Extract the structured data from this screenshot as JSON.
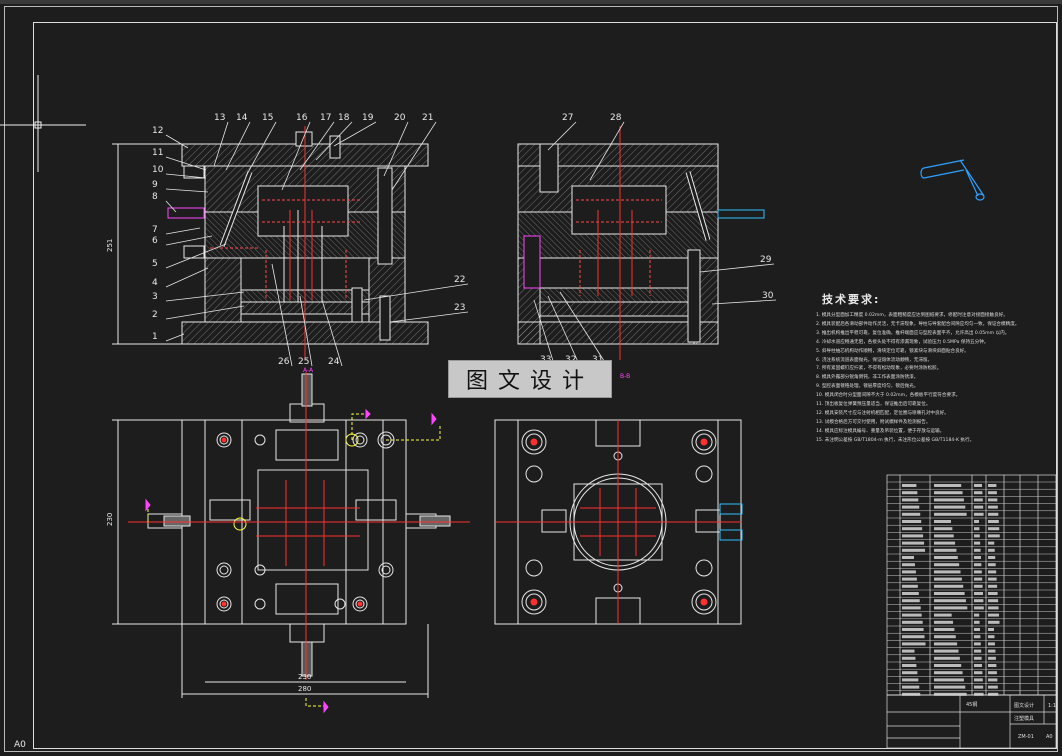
{
  "view": {
    "watermark": "图文设计",
    "sheet_label": "A0"
  },
  "colors": {
    "background": "#1d1d1d",
    "line": "#e6e6e6",
    "center": "#ff3030",
    "hidden": "#ff5050",
    "section": "#ffffff",
    "accent": "#ff44ff",
    "yellow": "#ffff33",
    "cyan": "#30c0ff"
  },
  "part_labels": {
    "left_side": [
      "12",
      "11",
      "10",
      "9",
      "8",
      "7",
      "6",
      "5",
      "4",
      "3",
      "2",
      "1"
    ],
    "top_row": [
      "13",
      "14",
      "15",
      "16",
      "17",
      "18",
      "19",
      "20",
      "21"
    ],
    "right_side": [
      "22",
      "23"
    ],
    "bottom_row": [
      "26",
      "25",
      "24"
    ],
    "right_view_top": [
      "27",
      "28"
    ],
    "right_view_side": [
      "29",
      "30"
    ],
    "right_view_bottom": [
      "33",
      "32",
      "31"
    ]
  },
  "dimensions": {
    "height_section": "251",
    "height_plan": "230",
    "width_inner": "230",
    "width_outer": "280"
  },
  "tech_requirements": {
    "title": "技术要求:",
    "lines": [
      "1. 模具分型面加工精度 0.02mm，表面粗糙度应达到图纸要求，修配时注意对接面接触良好。",
      "2. 模具装配后各滑动部件动作灵活，无卡滞现象，导柱与导套配合间隙应均匀一致，保证合模精度。",
      "3. 推出机构推出平稳可靠，复位准确，推杆端面应与型腔表面平齐，允许高出 0.05mm 以内。",
      "4. 冷却水道应畅通无阻，各接头处不得有渗漏现象，试验压力 0.5MPa 保持五分钟。",
      "5. 斜导柱抽芯机构动作顺畅，滑块定位可靠，锁紧块与滑块斜面贴合良好。",
      "6. 浇注系统流道表面抛光，保证熔体流动顺畅，无滞留。",
      "7. 所有紧固螺钉应拧紧，不得有松动现象，必要时涂防松胶。",
      "8. 模具外露部分锐角倒钝，非工作表面涂防锈漆。",
      "9. 型腔表面镀铬处理，镀层厚度均匀，镀后抛光。",
      "10. 模具闭合时分型面间隙不大于 0.02mm，各模板平行度符合要求。",
      "11. 顶出板复位弹簧预压量适当，保证推出后可靠复位。",
      "12. 模具安装尺寸应与注射机相匹配，定位圈与喷嘴孔对中良好。",
      "13. 试模合格后方可交付使用，附试模样件及检测报告。",
      "14. 模具应标注模具编号、重量及吊装位置，便于存放与运输。",
      "15. 未注明公差按 GB/T1804-m 执行，未注形位公差按 GB/T1184-K 执行。"
    ]
  },
  "title_block": {
    "material": "45钢",
    "name": "注塑模具",
    "unit": "图文设计",
    "scale": "1:1",
    "drawing_no": "ZM-01",
    "sheet": "A0"
  }
}
